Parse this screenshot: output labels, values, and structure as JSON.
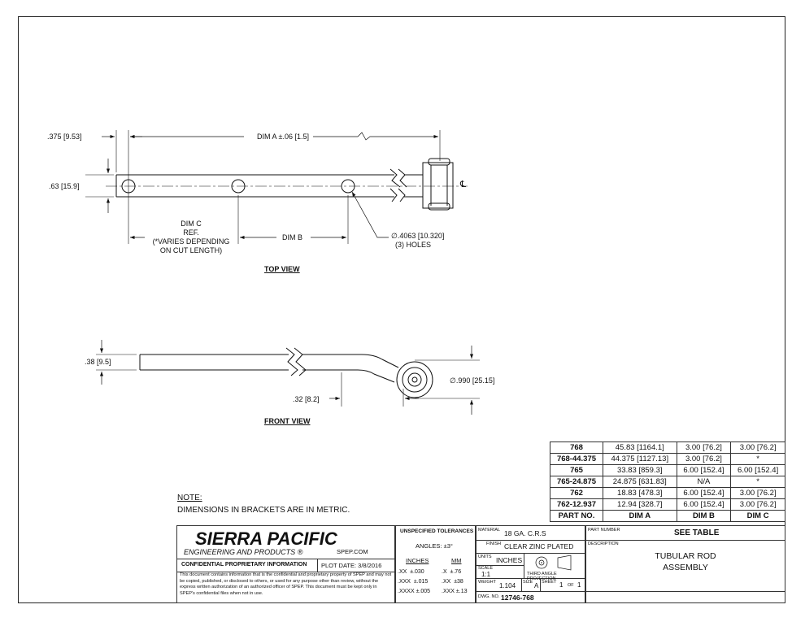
{
  "views": {
    "top_view_label": "TOP VIEW",
    "front_view_label": "FRONT VIEW",
    "top": {
      "dim_375": ".375",
      "dim_375_m": "9.53",
      "dim_63": ".63",
      "dim_63_m": "15.9",
      "dim_a": "DIM A",
      "dim_a_tol": "±.06 [1.5]",
      "dim_c": [
        "DIM C",
        "REF.",
        "(*VARIES DEPENDING",
        "ON CUT LENGTH)"
      ],
      "dim_b": "DIM B",
      "hole_dia": "∅.4063",
      "hole_dia_m": "10.320",
      "holes_count": "(3) HOLES",
      "centerline": "℄"
    },
    "front": {
      "dim_38": ".38",
      "dim_38_m": "9.5",
      "dim_32": ".32",
      "dim_32_m": "8.2",
      "dim_990": "∅.990",
      "dim_990_m": "25.15"
    }
  },
  "note": {
    "heading": "NOTE:",
    "text": "DIMENSIONS IN BRACKETS ARE IN METRIC."
  },
  "part_table": {
    "headers": [
      "PART NO.",
      "DIM A",
      "DIM B",
      "DIM C"
    ],
    "rows": [
      [
        "768",
        "45.83 [1164.1]",
        "3.00 [76.2]",
        "3.00 [76.2]"
      ],
      [
        "768-44.375",
        "44.375 [1127.13]",
        "3.00 [76.2]",
        "*"
      ],
      [
        "765",
        "33.83 [859.3]",
        "6.00 [152.4]",
        "6.00 [152.4]"
      ],
      [
        "765-24.875",
        "24.875 [631.83]",
        "N/A",
        "*"
      ],
      [
        "762",
        "18.83 [478.3]",
        "6.00 [152.4]",
        "3.00 [76.2]"
      ],
      [
        "762-12.937",
        "12.94 [328.7]",
        "6.00 [152.4]",
        "3.00 [76.2]"
      ]
    ]
  },
  "title_block": {
    "company": "SIERRA PACIFIC",
    "company_sub": "ENGINEERING AND PRODUCTS",
    "registered": "®",
    "website": "SPEP.COM",
    "confidential_heading": "CONFIDENTIAL PROPRIETARY INFORMATION",
    "plot_date_label": "PLOT DATE:",
    "plot_date": "3/8/2016",
    "confidential_text": "This document contains information that is the confidential and proprietary property of SPEP and may not be copied, published, or disclosed to others, or used for any purpose other than review, without the express written authorization of an authorized officer of SPEP. This document must be kept only in SPEP's confidential files when not in use.",
    "tolerances_heading": "UNSPECIFIED TOLERANCES",
    "angles": "ANGLES: ±3°",
    "inches_label": "INCHES",
    "mm_label": "MM",
    "tol_inch": [
      [
        ".XX",
        "±.030"
      ],
      [
        ".XXX",
        "±.015"
      ],
      [
        ".XXXX",
        "±.005"
      ]
    ],
    "tol_mm": [
      [
        ".X",
        "±.76"
      ],
      [
        ".XX",
        "±38"
      ],
      [
        ".XXX",
        "±.13"
      ]
    ],
    "material_label": "MATERIAL",
    "material": "18 GA. C.R.S",
    "finish_label": "FINISH",
    "finish": "CLEAR ZINC PLATED",
    "units_label": "UNITS",
    "units": "INCHES",
    "scale_label": "SCALE",
    "scale": "1:1",
    "projection_label": "THIRD ANGLE PROJECTION",
    "weight_label": "WEIGHT",
    "weight": "1.104",
    "size_label": "SIZE",
    "size": "A",
    "sheet_label": "SHEET",
    "sheet": "1",
    "of_label": "OF",
    "sheet_total": "1",
    "dwg_label": "DWG. NO.",
    "dwg_no": "12746-768",
    "part_number_label": "PART NUMBER",
    "part_number": "SEE TABLE",
    "description_label": "DESCRIPTION",
    "description_line1": "TUBULAR ROD",
    "description_line2": "ASSEMBLY"
  }
}
